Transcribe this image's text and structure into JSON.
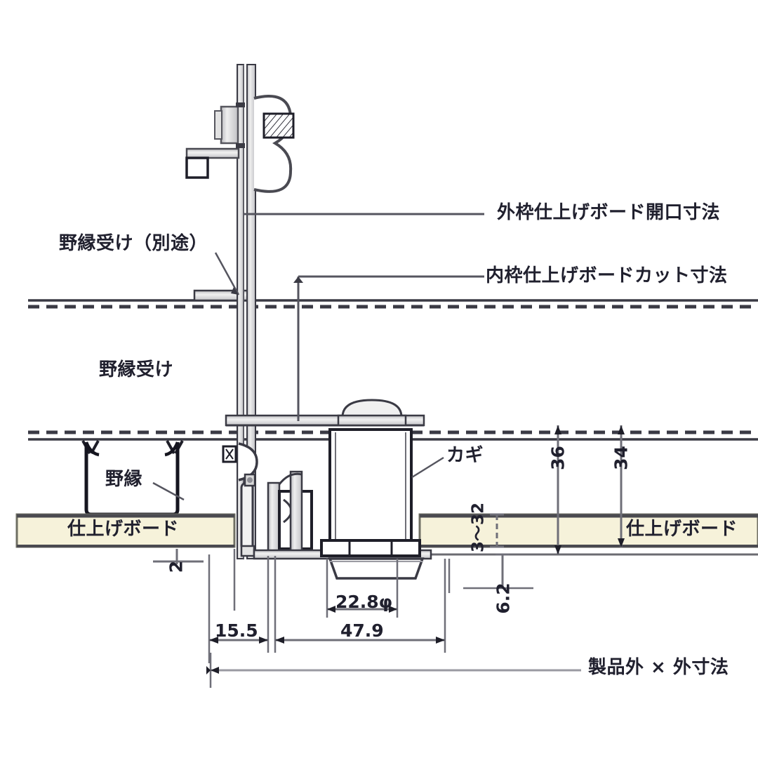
{
  "drawing": {
    "type": "architectural-cross-section",
    "subject": "天井点検口 断面図",
    "background_color": "#ffffff",
    "line_color": "#3a3a44",
    "board_fill": "#f6f2da",
    "board_edge": "#6f6f63",
    "metal_fill": "#d8d8d8"
  },
  "labels": {
    "outer_frame_opening": "外枠仕上げボード開口寸法",
    "inner_frame_cut": "内枠仕上げボードカット寸法",
    "joist_receiver_separate": "野縁受け（別途）",
    "joist_receiver": "野縁受け",
    "joist": "野縁",
    "finish_board_left": "仕上げボード",
    "finish_board_right": "仕上げボード",
    "lock": "カギ",
    "product_outer": "製品外 × 外寸法"
  },
  "dimensions": {
    "board_gap": "2",
    "frame_offset": "15.5",
    "overall_inner": "47.9",
    "lock_diameter": "22.8φ",
    "depth_36": "36",
    "depth_34": "34",
    "board_thickness_range": "3～32",
    "lip_6_2": "6.2"
  }
}
